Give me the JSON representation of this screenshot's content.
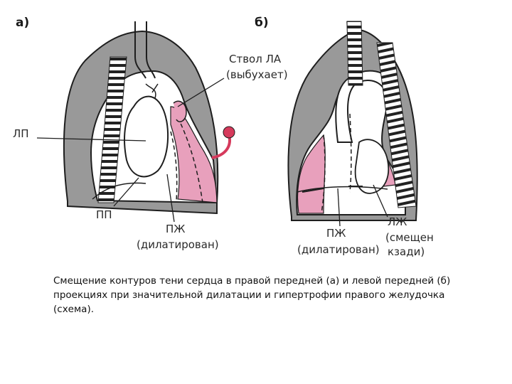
{
  "panels": {
    "a": {
      "label": "а)",
      "labels": {
        "trunk_line1": "Ствол ЛА",
        "trunk_line2": "(выбухает)",
        "lp": "ЛП",
        "pp": "ПП",
        "pzh_line1": "ПЖ",
        "pzh_line2": "(дилатирован)"
      }
    },
    "b": {
      "label": "б)",
      "labels": {
        "pzh_line1": "ПЖ",
        "pzh_line2": "(дилатирован)",
        "lzh_line1": "ЛЖ",
        "lzh_line2": "(смещен",
        "lzh_line3": "кзади)"
      }
    }
  },
  "caption": {
    "line1": "Смещение контуров тени сердца в правой передней (а) и левой передней (б)",
    "line2": "проекциях при значительной дилатации и гипертрофии правого желудочка",
    "line3": "(схема)."
  },
  "colors": {
    "lung": "#999999",
    "outline": "#1e1e1e",
    "dilated": "#e8a0bc",
    "arrow": "#d63a5c"
  }
}
